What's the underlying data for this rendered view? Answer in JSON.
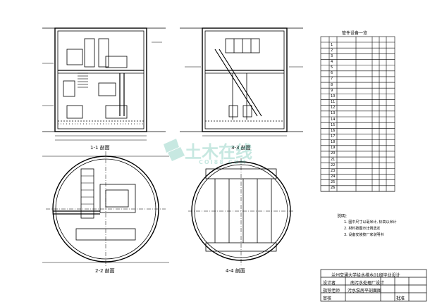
{
  "drawing": {
    "sections": {
      "s11": "1-1 剖面",
      "s33": "3-3 剖面",
      "s22": "2-2 剖面",
      "s44": "4-4 剖面"
    },
    "equipment_table": {
      "title": "管件设备一览",
      "row_numbers": [
        "1",
        "2",
        "3",
        "4",
        "5",
        "6",
        "7",
        "8",
        "9",
        "10",
        "11",
        "12",
        "13",
        "14",
        "15",
        "16",
        "17",
        "18",
        "19",
        "20",
        "21",
        "22",
        "23",
        "24",
        "25",
        "26"
      ]
    },
    "notes": {
      "heading": "说明:",
      "items": [
        "1. 图中尺寸以毫米计, 标高以米计",
        "2. 材料按图示比例选定",
        "3. 设备安装按厂家说明书"
      ]
    },
    "title_block": {
      "school": "兰州交通大学给水排水01级毕业设计",
      "project": "南污水处理厂设计",
      "drawing_name": "污水泵房平剖面图",
      "rows": [
        "设计者",
        "指导老师",
        "审核",
        "批准"
      ]
    },
    "watermark": {
      "cn": "土木在线",
      "en": "COI88.COM"
    },
    "icons": [
      "watermark-logo-icon"
    ]
  }
}
